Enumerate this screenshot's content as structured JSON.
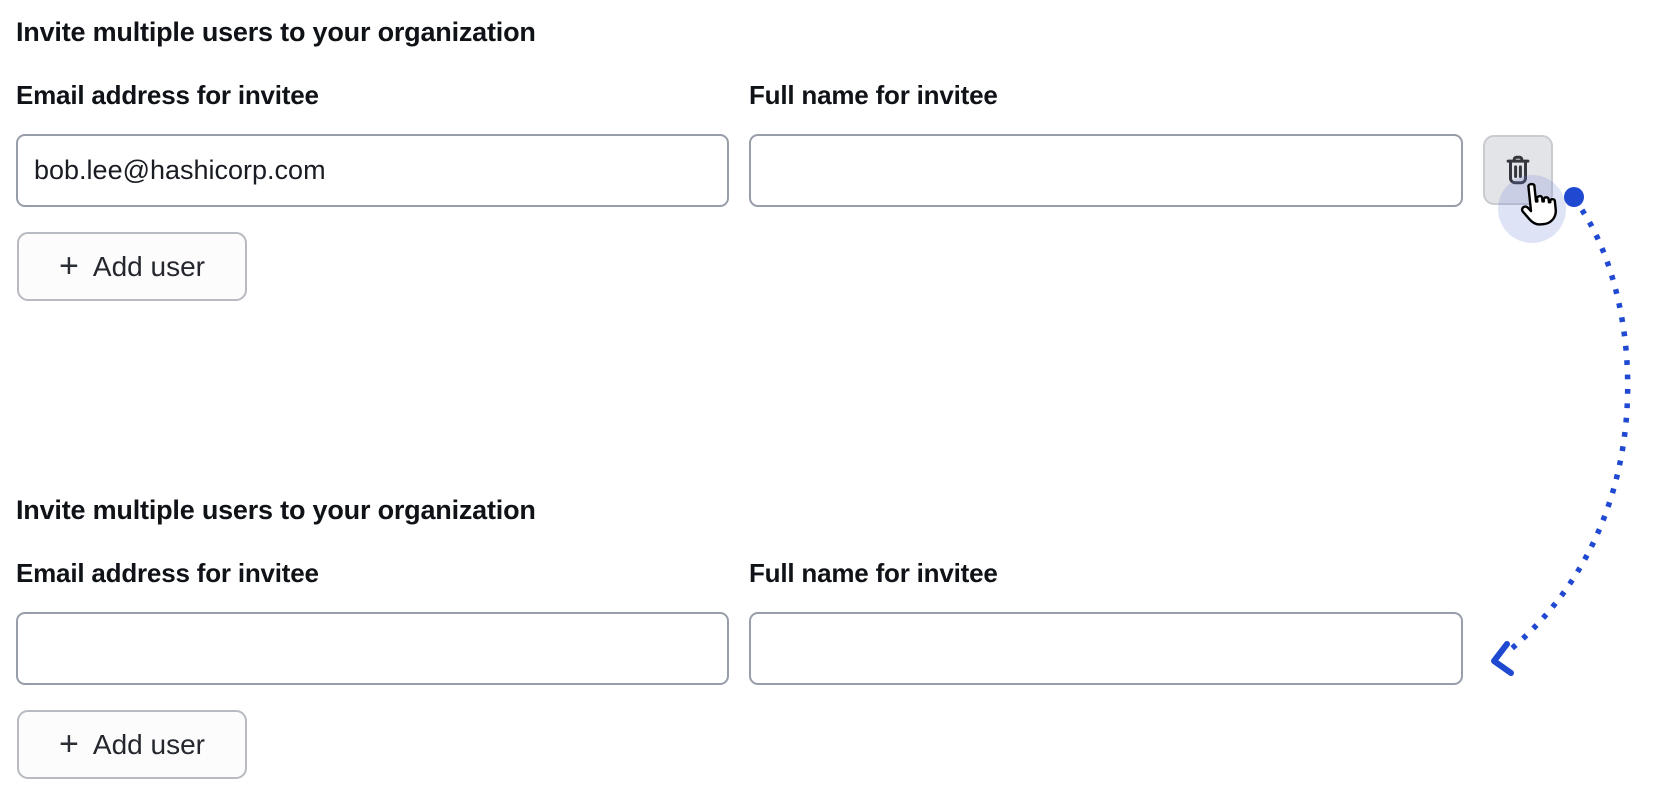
{
  "colors": {
    "accent_blue": "#2049d2",
    "cursor_halo": "rgba(111,128,216,0.22)",
    "input_border": "#989ea9",
    "trash_button_bg": "#e3e4e8"
  },
  "sections": [
    {
      "title": "Invite multiple users to your organization",
      "fields": [
        {
          "label": "Email address for invitee",
          "value": "bob.lee@hashicorp.com"
        },
        {
          "label": "Full name for invitee",
          "value": ""
        }
      ],
      "add_button": {
        "icon": "+",
        "label": "Add user"
      },
      "delete_button": {
        "icon": "trash-icon"
      }
    },
    {
      "title": "Invite multiple users to your organization",
      "fields": [
        {
          "label": "Email address for invitee",
          "value": ""
        },
        {
          "label": "Full name for invitee",
          "value": ""
        }
      ],
      "add_button": {
        "icon": "+",
        "label": "Add user"
      }
    }
  ],
  "annotation": {
    "cursor": "hand-pointer-cursor",
    "arrow": "dotted-curved-arrow-from-delete-button-to-second-form"
  }
}
